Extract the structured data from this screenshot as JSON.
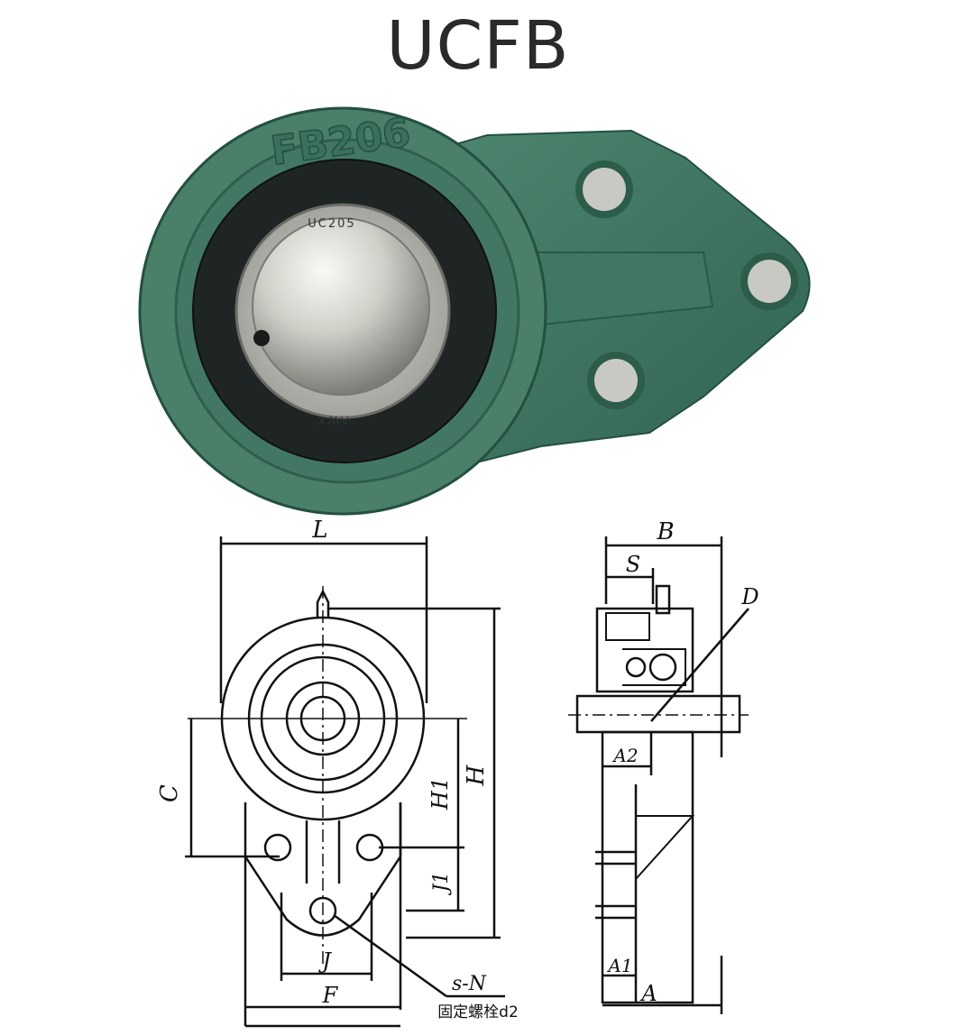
{
  "title": "UCFB",
  "product_photo": {
    "housing_marking": "FB206",
    "insert_marking_top": "UC205",
    "insert_marking_bottom": "AWX"
  },
  "front_view": {
    "labels": {
      "L": "L",
      "C": "C",
      "H1": "H1",
      "H": "H",
      "J1": "J1",
      "J": "J",
      "F": "F",
      "bolt": "s-N",
      "bolt_note": "固定螺栓d2"
    }
  },
  "side_view": {
    "labels": {
      "B": "B",
      "S": "S",
      "D": "D",
      "A2": "A2",
      "A1": "A1",
      "A": "A"
    }
  }
}
